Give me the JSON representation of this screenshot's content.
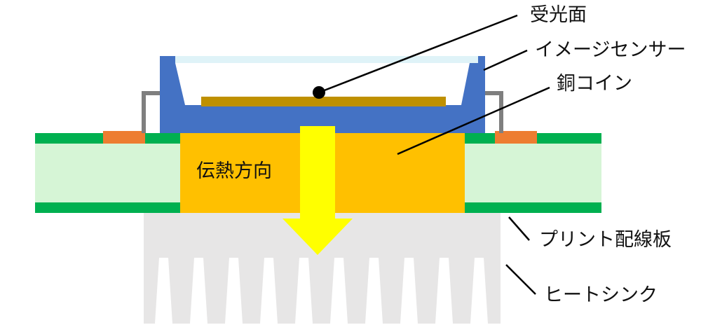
{
  "labels": {
    "receiving_surface": "受光面",
    "image_sensor": "イメージセンサー",
    "copper_coin": "銅コイン",
    "heat_direction": "伝熱方向",
    "pcb": "プリント配線板",
    "heat_sink": "ヒートシンク"
  },
  "colors": {
    "pcb_green": "#00b050",
    "pcb_core": "#d6f5d6",
    "copper_coin": "#ffc000",
    "sensor_blue": "#4472c4",
    "sensor_glass": "#dff3f8",
    "die": "#bf9000",
    "pad_orange": "#ed7d31",
    "lead_gray": "#7f7f7f",
    "heat_sink": "#e7e6e6",
    "arrow_yellow": "#ffff00"
  }
}
